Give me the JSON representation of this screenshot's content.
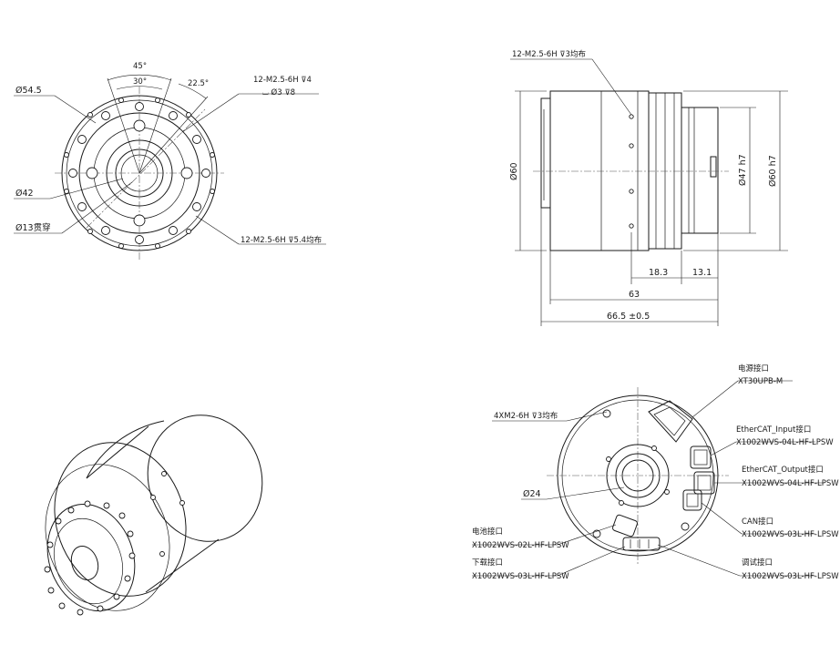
{
  "views": {
    "front": {
      "angle_45": "45°",
      "angle_30": "30°",
      "angle_22_5": "22.5°",
      "dia_54_5": "Ø54.5",
      "dia_42": "Ø42",
      "dia_13": "Ø13贯穿",
      "thread_top_line1": "12-M2.5-6H",
      "thread_top_depth1": "4",
      "thread_top_line2": "Ø3",
      "thread_top_depth2": "8",
      "thread_bottom": "12-M2.5-6H",
      "thread_bottom_depth": "5.4均布"
    },
    "side": {
      "thread_top": "12-M2.5-6H",
      "thread_top_depth": "3均布",
      "dia_60_left": "Ø60",
      "dia_47_h7": "Ø47 h7",
      "dia_60_h7": "Ø60 h7",
      "len_18_3": "18.3",
      "len_13_1": "13.1",
      "len_63": "63",
      "len_66_5": "66.5 ±0.5"
    },
    "rear": {
      "thread_4xm2": "4XM2-6H",
      "thread_4xm2_depth": "3均布",
      "dia_24": "Ø24",
      "power_title": "电源接口",
      "power_part": "XT30UPB-M",
      "ecat_in_title": "EtherCAT_Input接口",
      "ecat_in_part": "X1002WVS-04L-HF-LPSW",
      "ecat_out_title": "EtherCAT_Output接口",
      "ecat_out_part": "X1002WVS-04L-HF-LPSW",
      "can_title": "CAN接口",
      "can_part": "X1002WVS-03L-HF-LPSW",
      "battery_title": "电池接口",
      "battery_part": "X1002WVS-02L-HF-LPSW",
      "download_title": "下载接口",
      "download_part": "X1002WVS-03L-HF-LPSW",
      "debug_title": "调试接口",
      "debug_part": "X1002WVS-03L-HF-LPSW"
    }
  }
}
